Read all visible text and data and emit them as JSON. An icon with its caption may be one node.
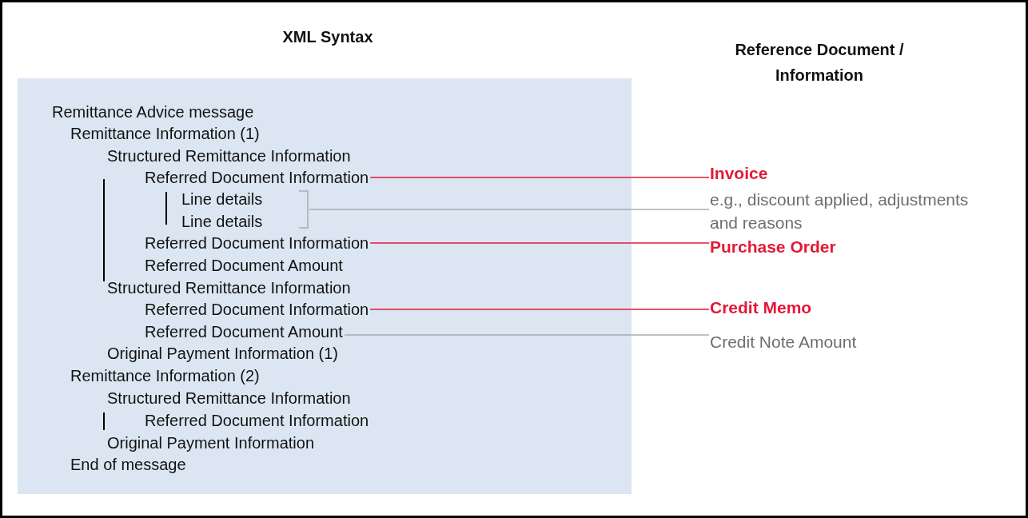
{
  "diagram": {
    "nodes": [
      {
        "text": [],
        "shape": "box"
      },
      {
        "text": [
          "Remittance Advice message"
        ],
        "in": 0
      },
      {
        "text": [
          "Remittance Information (1)"
        ],
        "in": 0
      },
      {
        "text": [
          "Structured Remittance Information"
        ],
        "in": 0
      },
      {
        "text": [
          "Referred Document Information"
        ],
        "in": 0
      },
      {
        "text": [
          "Line details"
        ],
        "in": 0
      },
      {
        "text": [
          "Line details"
        ],
        "in": 0
      },
      {
        "text": [
          "Referred Document Information"
        ],
        "in": 0
      },
      {
        "text": [
          "Referred Document Amount"
        ],
        "in": 0
      },
      {
        "text": [
          "Structured Remittance Information"
        ],
        "in": 0
      },
      {
        "text": [
          "Referred Document Information"
        ],
        "in": 0
      },
      {
        "text": [
          "Referred Document Amount"
        ],
        "in": 0
      },
      {
        "text": [
          "Original Payment Information (1)"
        ],
        "in": 0
      },
      {
        "text": [
          "Remittance Information (2)"
        ],
        "in": 0
      },
      {
        "text": [
          "Structured Remittance Information"
        ],
        "in": 0
      },
      {
        "text": [
          "Referred Document Information"
        ],
        "in": 0
      },
      {
        "text": [
          "Original Payment Information"
        ],
        "in": 0
      },
      {
        "text": [
          "End of message"
        ],
        "in": 0
      },
      {
        "text": [],
        "shape": "bracket",
        "in": 0
      },
      {
        "text": [
          "Invoice"
        ]
      },
      {
        "text": [
          "e.g., discount applied, adjustments and reasons"
        ]
      },
      {
        "text": [
          "Purchase Order"
        ]
      },
      {
        "text": [
          "Credit Memo"
        ]
      },
      {
        "text": [
          "Credit Note Amount"
        ]
      }
    ],
    "edges": [
      {
        "from": 4,
        "to": 19,
        "arrow": "none"
      },
      {
        "from": 18,
        "to": 20,
        "arrow": "none",
        "color": "#a5adb2"
      },
      {
        "from": 7,
        "to": 21,
        "arrow": "none"
      },
      {
        "from": 10,
        "to": 22,
        "arrow": "none"
      },
      {
        "from": 11,
        "to": 23,
        "arrow": "none",
        "color": "#a5adb2"
      }
    ],
    "labels": [
      "XML Syntax",
      "Reference Document / Information"
    ]
  }
}
